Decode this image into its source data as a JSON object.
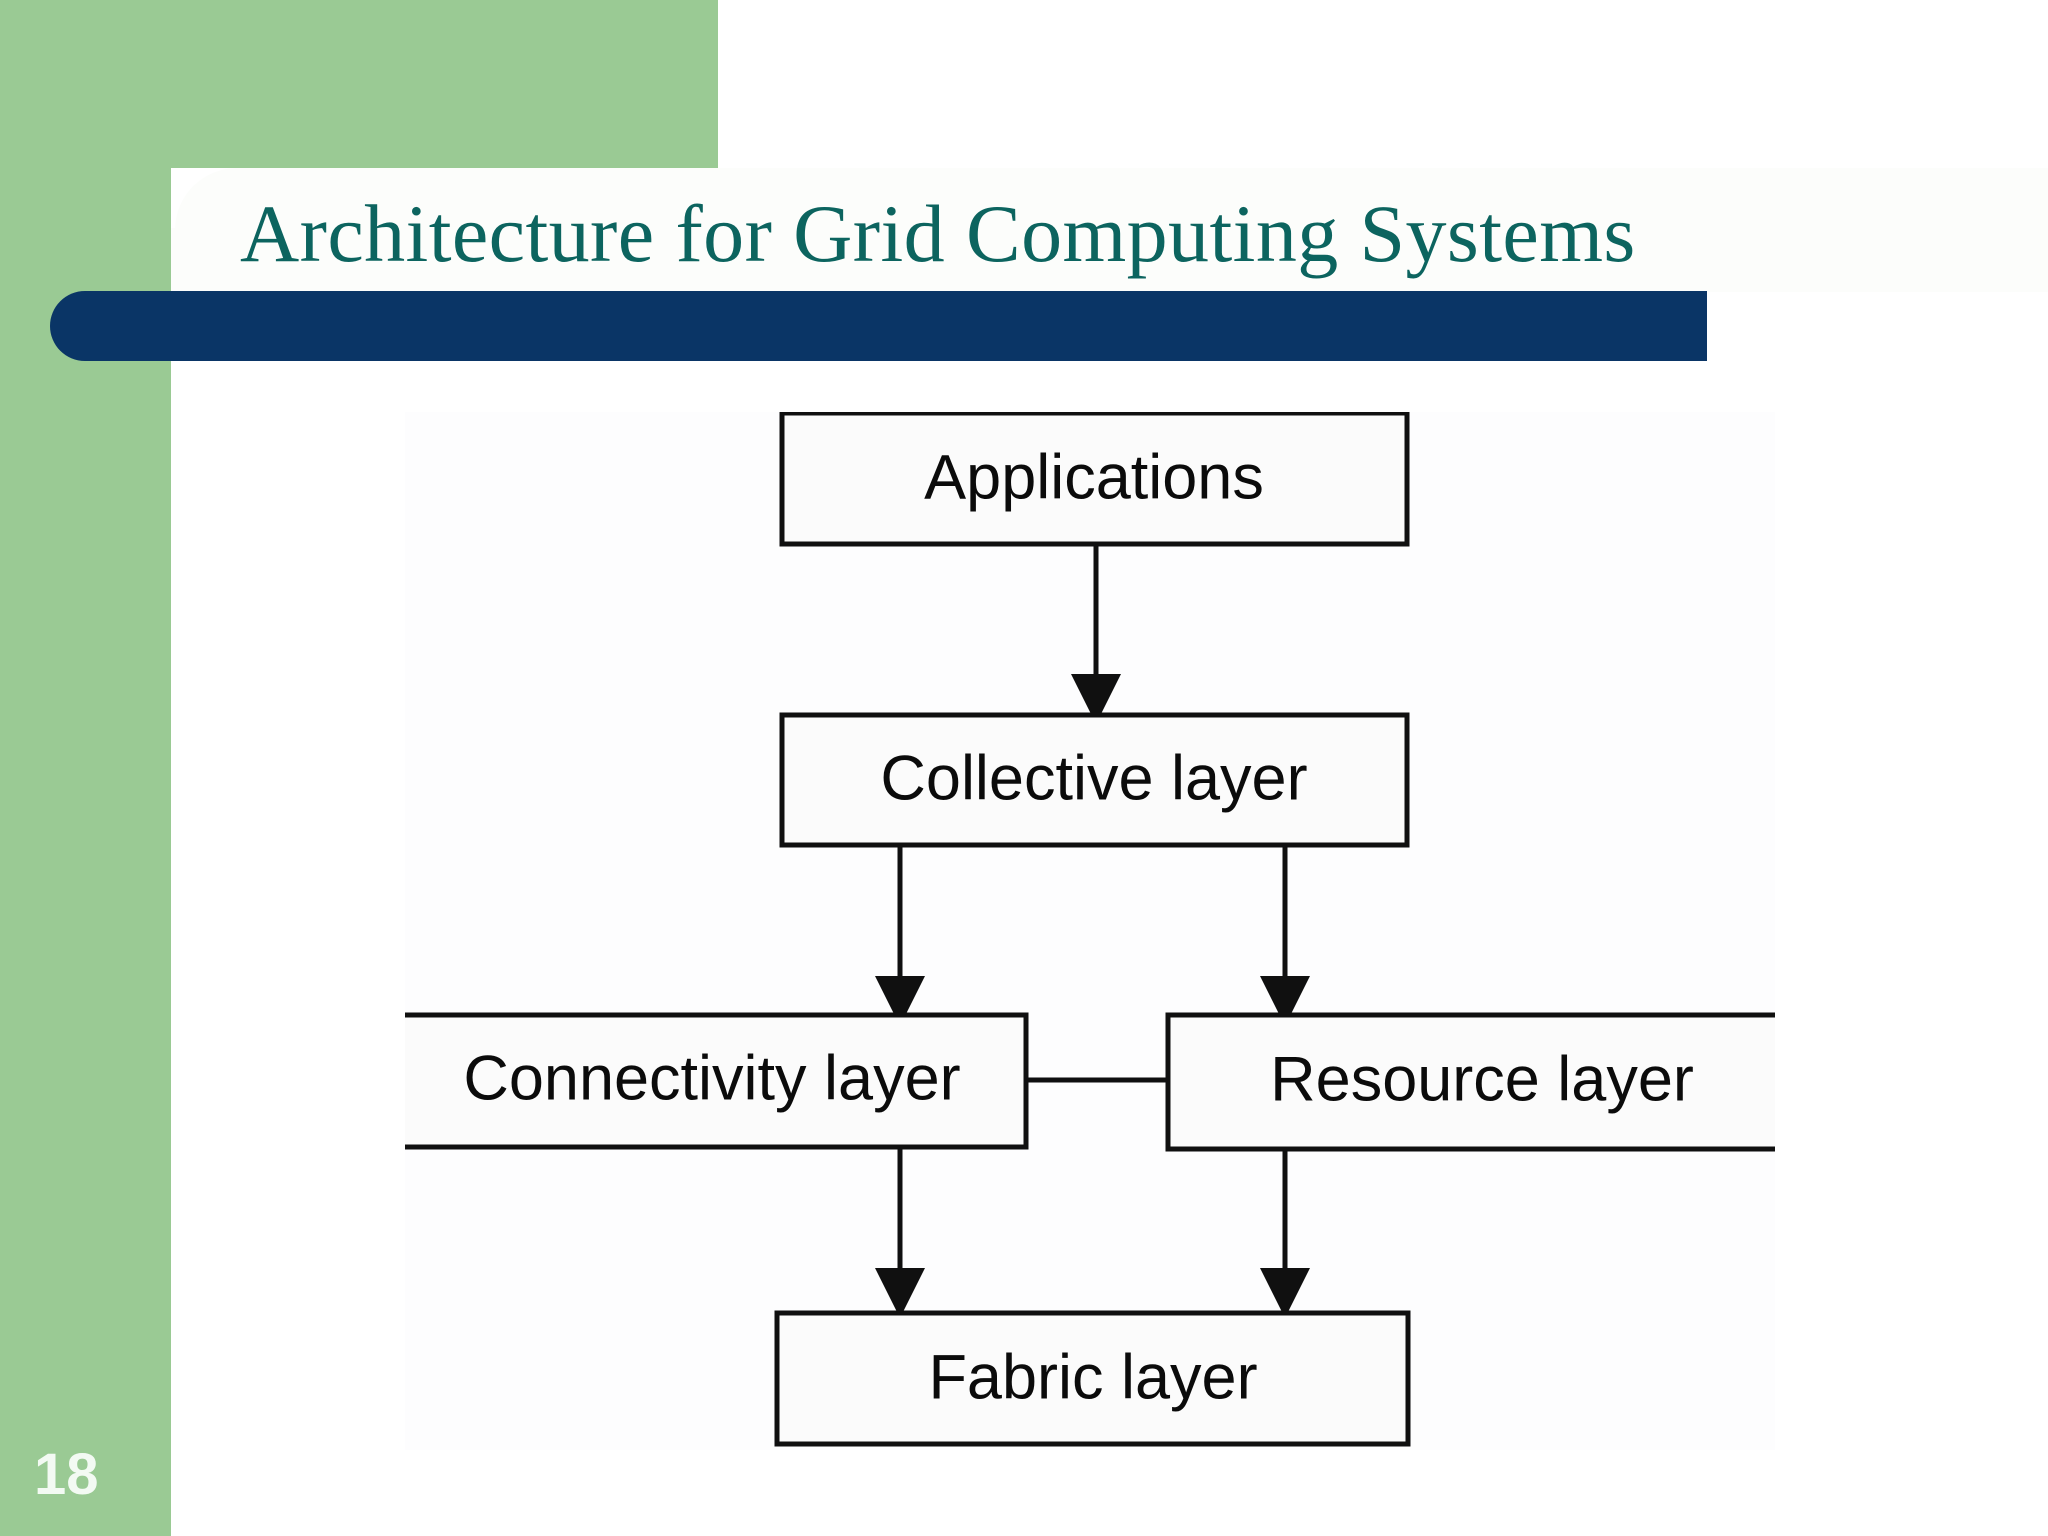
{
  "slide": {
    "title": "Architecture for Grid Computing Systems",
    "page_number": "18",
    "colors": {
      "accent_green": "#9aca94",
      "title_teal": "#0c645f",
      "bar_navy": "#0a3566",
      "plate_white": "#fcfdfb",
      "diagram_line": "#101010"
    }
  },
  "diagram": {
    "type": "layered-block-diagram",
    "nodes": [
      {
        "id": "applications",
        "label": "Applications"
      },
      {
        "id": "collective-layer",
        "label": "Collective layer"
      },
      {
        "id": "connectivity-layer",
        "label": "Connectivity layer"
      },
      {
        "id": "resource-layer",
        "label": "Resource layer"
      },
      {
        "id": "fabric-layer",
        "label": "Fabric layer"
      }
    ],
    "edges": [
      {
        "from": "applications",
        "to": "collective-layer",
        "arrow": true
      },
      {
        "from": "collective-layer",
        "to": "connectivity-layer",
        "arrow": true
      },
      {
        "from": "collective-layer",
        "to": "resource-layer",
        "arrow": true
      },
      {
        "from": "connectivity-layer",
        "to": "resource-layer",
        "arrow": false
      },
      {
        "from": "connectivity-layer",
        "to": "fabric-layer",
        "arrow": true
      },
      {
        "from": "resource-layer",
        "to": "fabric-layer",
        "arrow": true
      }
    ]
  }
}
